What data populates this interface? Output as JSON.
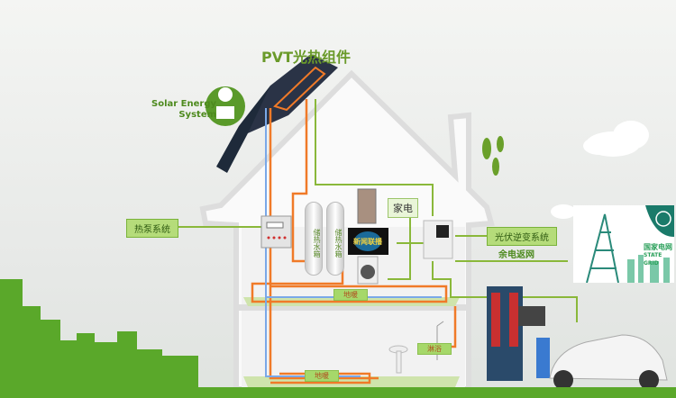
{
  "title": "PVT光热组件",
  "solar_logo": {
    "line1": "Solar Energy",
    "line2": "System"
  },
  "labels": {
    "heat_pump": "热泵系统",
    "pv_inverter": "光伏逆变系统",
    "appliances": "家电",
    "grid_feed": "余电返网",
    "floor_heating_upper": "地暖",
    "floor_heating_lower": "地暖",
    "shower": "淋浴",
    "tank1": "储热水箱",
    "tank2": "储热水箱",
    "tv_screen": "新闻联播"
  },
  "state_grid": {
    "cn": "国家电网",
    "en": "STATE GRID"
  },
  "colors": {
    "hot_pipe": "#f07a28",
    "cold_pipe": "#7aa8e8",
    "power_line": "#8ab83a",
    "accent_green": "#6a9a2a"
  }
}
